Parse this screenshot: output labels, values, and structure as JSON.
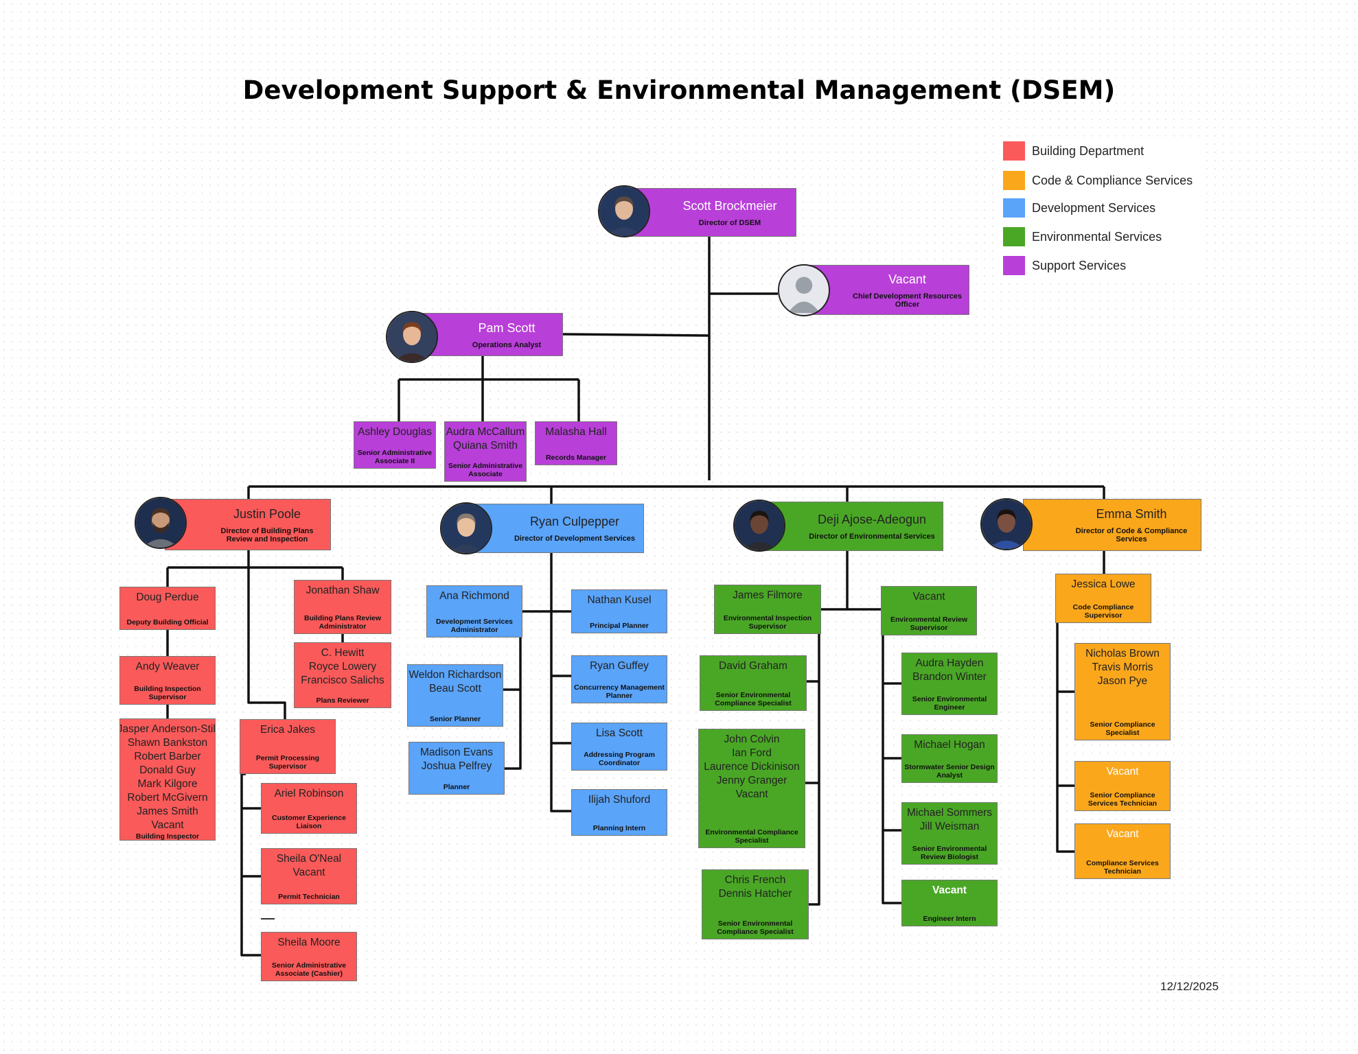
{
  "title": "Development Support & Environmental Management (DSEM)",
  "date": "12/12/2025",
  "colors": {
    "building": "#fb5a5a",
    "code": "#fba71c",
    "development": "#5aa4fa",
    "environmental": "#4aa726",
    "support": "#b93fd9",
    "connector": "#111111"
  },
  "legend": [
    {
      "label": "Building Department",
      "color": "#fb5a5a"
    },
    {
      "label": "Code & Compliance Services",
      "color": "#fba71c"
    },
    {
      "label": "Development Services",
      "color": "#5aa4fa"
    },
    {
      "label": "Environmental Services",
      "color": "#4aa726"
    },
    {
      "label": "Support Services",
      "color": "#b93fd9"
    }
  ],
  "director": {
    "names": [
      "Scott Brockmeier"
    ],
    "role": "Director of DSEM"
  },
  "chief": {
    "names": [
      "Vacant"
    ],
    "role": "Chief Development Resources Officer"
  },
  "ops": {
    "names": [
      "Pam Scott"
    ],
    "role": "Operations Analyst"
  },
  "support_staff": [
    {
      "names": [
        "Ashley Douglas"
      ],
      "role": "Senior Administrative Associate II"
    },
    {
      "names": [
        "Audra McCallum",
        "Quiana Smith"
      ],
      "role": "Senior Administrative Associate"
    },
    {
      "names": [
        "Malasha Hall"
      ],
      "role": "Records Manager"
    }
  ],
  "building": {
    "head": {
      "names": [
        "Justin Poole"
      ],
      "role": "Director of Building Plans Review and Inspection"
    },
    "deputy": {
      "names": [
        "Doug Perdue"
      ],
      "role": "Deputy Building Official"
    },
    "insp_sup": {
      "names": [
        "Andy Weaver"
      ],
      "role": "Building Inspection Supervisor"
    },
    "inspectors": {
      "names": [
        "Jasper Anderson-Still",
        "Shawn Bankston",
        "Robert Barber",
        "Donald Guy",
        "Mark Kilgore",
        "Robert McGivern",
        "James Smith",
        "Vacant"
      ],
      "role": "Building Inspector"
    },
    "plans_admin": {
      "names": [
        "Jonathan Shaw"
      ],
      "role": "Building Plans Review Administrator"
    },
    "plans_rev": {
      "names": [
        "C. Hewitt",
        "Royce Lowery",
        "Francisco Salichs"
      ],
      "role": "Plans Reviewer"
    },
    "permit_sup": {
      "names": [
        "Erica Jakes"
      ],
      "role": "Permit Processing Supervisor"
    },
    "cust_exp": {
      "names": [
        "Ariel Robinson"
      ],
      "role": "Customer Experience Liaison"
    },
    "permit_tech": {
      "names": [
        "Sheila O'Neal",
        "Vacant"
      ],
      "role": "Permit Technician"
    },
    "cashier": {
      "names": [
        "Sheila Moore"
      ],
      "role": "Senior Administrative Associate (Cashier)"
    }
  },
  "development": {
    "head": {
      "names": [
        "Ryan Culpepper"
      ],
      "role": "Director of Development Services"
    },
    "admin": {
      "names": [
        "Ana Richmond"
      ],
      "role": "Development Services Administrator"
    },
    "senior_planner": {
      "names": [
        "Weldon Richardson",
        "Beau Scott"
      ],
      "role": "Senior Planner"
    },
    "planner": {
      "names": [
        "Madison Evans",
        "Joshua Pelfrey"
      ],
      "role": "Planner"
    },
    "principal": {
      "names": [
        "Nathan Kusel"
      ],
      "role": "Principal Planner"
    },
    "concurrency": {
      "names": [
        "Ryan Guffey"
      ],
      "role": "Concurrency Management Planner"
    },
    "addressing": {
      "names": [
        "Lisa Scott"
      ],
      "role": "Addressing Program Coordinator"
    },
    "intern": {
      "names": [
        "Ilijah Shuford"
      ],
      "role": "Planning Intern"
    }
  },
  "environmental": {
    "head": {
      "names": [
        "Deji Ajose-Adeogun"
      ],
      "role": "Director of Environmental Services"
    },
    "insp_sup": {
      "names": [
        "James Filmore"
      ],
      "role": "Environmental Inspection Supervisor"
    },
    "sr_comp": {
      "names": [
        "David Graham"
      ],
      "role": "Senior Environmental Compliance Specialist"
    },
    "comp": {
      "names": [
        "John Colvin",
        "Ian Ford",
        "Laurence Dickinison",
        "Jenny Granger",
        "Vacant"
      ],
      "role": "Environmental Compliance Specialist"
    },
    "sr_comp2": {
      "names": [
        "Chris French",
        "Dennis Hatcher"
      ],
      "role": "Senior Environmental Compliance Specialist"
    },
    "review_sup": {
      "names": [
        "Vacant"
      ],
      "role": "Environmental Review Supervisor"
    },
    "engineer": {
      "names": [
        "Audra Hayden",
        "Brandon Winter"
      ],
      "role": "Senior Environmental Engineer"
    },
    "stormwater": {
      "names": [
        "Michael Hogan"
      ],
      "role": "Stormwater Senior Design Analyst"
    },
    "biologist": {
      "names": [
        "Michael Sommers",
        "Jill Weisman"
      ],
      "role": "Senior Environmental Review Biologist"
    },
    "eng_intern": {
      "names": [
        "Vacant"
      ],
      "role": "Engineer Intern"
    }
  },
  "code": {
    "head": {
      "names": [
        "Emma Smith"
      ],
      "role": "Director of Code & Compliance Services"
    },
    "sup": {
      "names": [
        "Jessica Lowe"
      ],
      "role": "Code Compliance Supervisor"
    },
    "specialist": {
      "names": [
        "Nicholas Brown",
        "Travis Morris",
        "Jason Pye"
      ],
      "role": "Senior Compliance Specialist"
    },
    "sr_tech": {
      "names": [
        "Vacant"
      ],
      "role": "Senior Compliance Services Technician"
    },
    "tech": {
      "names": [
        "Vacant"
      ],
      "role": "Compliance Services Technician"
    }
  }
}
